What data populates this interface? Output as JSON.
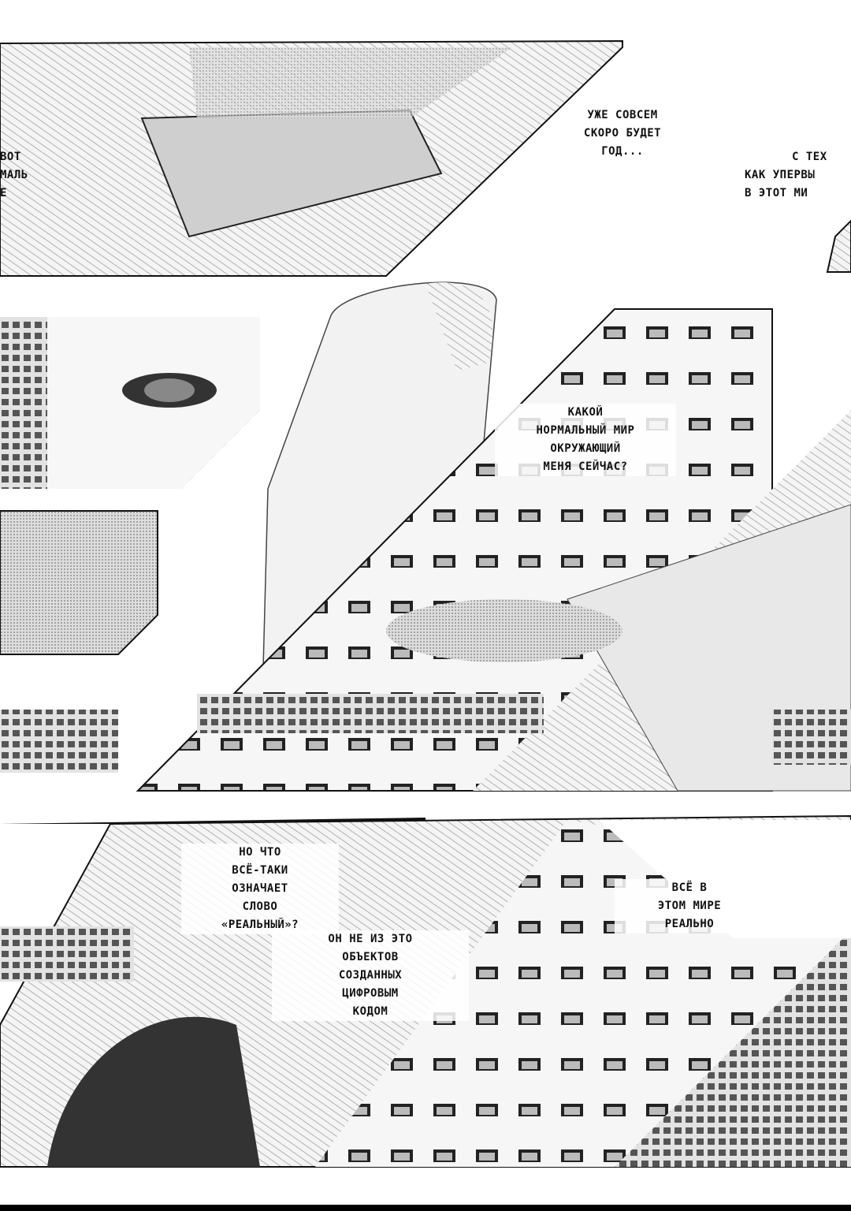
{
  "page": {
    "colors": {
      "ink": "#111111",
      "paper": "#ffffff",
      "tone": "#bdbdbd"
    },
    "captions": {
      "top_left": [
        "ВОТ",
        "МАЛЬ",
        "Е"
      ],
      "year": [
        "УЖЕ СОВСЕМ",
        "СКОРО БУДЕТ",
        "ГОД..."
      ],
      "since": [
        "С ТЕХ",
        "КАК УПЕРВЫ",
        "В ЭТОТ МИ"
      ],
      "normal_world": [
        "КАКОЙ",
        "НОРМАЛЬНЫЙ МИР",
        "ОКРУЖАЮЩИЙ",
        "МЕНЯ СЕЙЧАС?"
      ],
      "real_word": [
        "НО ЧТО",
        "ВСЁ-ТАКИ",
        "ОЗНАЧАЕТ",
        "СЛОВО",
        "«РЕАЛЬНЫЙ»?"
      ],
      "not_code": [
        "ОН НЕ ИЗ ЭТО",
        "ОБЪЕКТОВ",
        "СОЗДАННЫХ",
        "ЦИФРОВЫМ",
        "КОДОМ"
      ],
      "all_real": [
        "ВСЁ В",
        "ЭТОМ МИРЕ",
        "РЕАЛЬНО"
      ]
    }
  }
}
